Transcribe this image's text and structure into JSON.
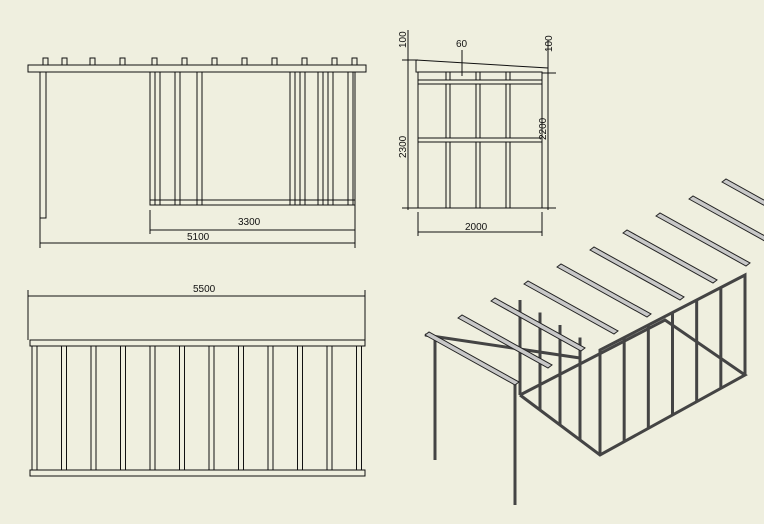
{
  "title": "Timber frame shed drawing",
  "views": {
    "front": {
      "dims": {
        "inner_width": "3300",
        "total_width": "5100"
      }
    },
    "side": {
      "dims": {
        "top_left": "100",
        "offset": "60",
        "top_right": "100",
        "height_left": "2300",
        "height_right": "2200",
        "depth": "2000"
      }
    },
    "plan": {
      "dims": {
        "total_length": "5500"
      }
    },
    "isometric": {}
  }
}
